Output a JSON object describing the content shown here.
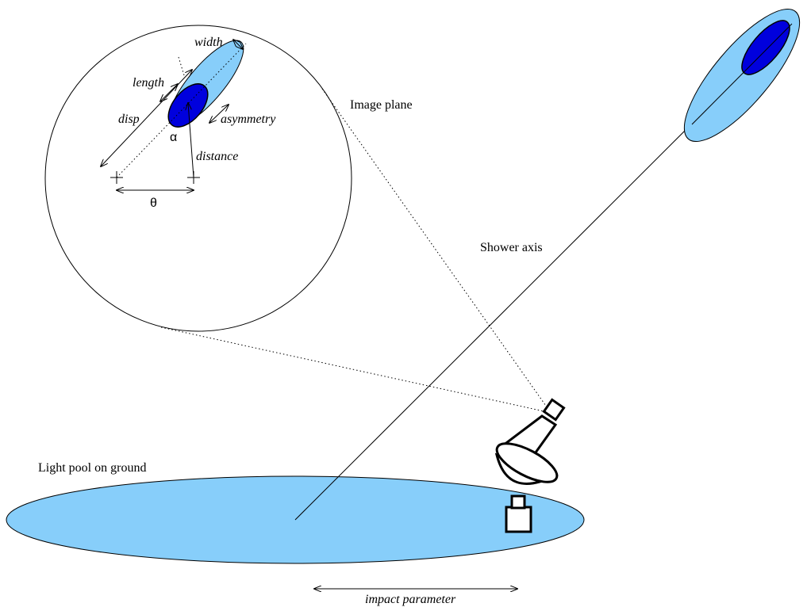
{
  "labels": {
    "image_plane": "Image plane",
    "shower_axis": "Shower axis",
    "light_pool": "Light pool on ground",
    "impact_parameter": "impact parameter",
    "width": "width",
    "length": "length",
    "disp": "disp",
    "asymmetry": "asymmetry",
    "alpha": "α",
    "distance": "distance",
    "theta": "θ"
  },
  "colors": {
    "light_blue": "#87cefa",
    "dark_blue": "#0000dd",
    "line": "#000000"
  }
}
